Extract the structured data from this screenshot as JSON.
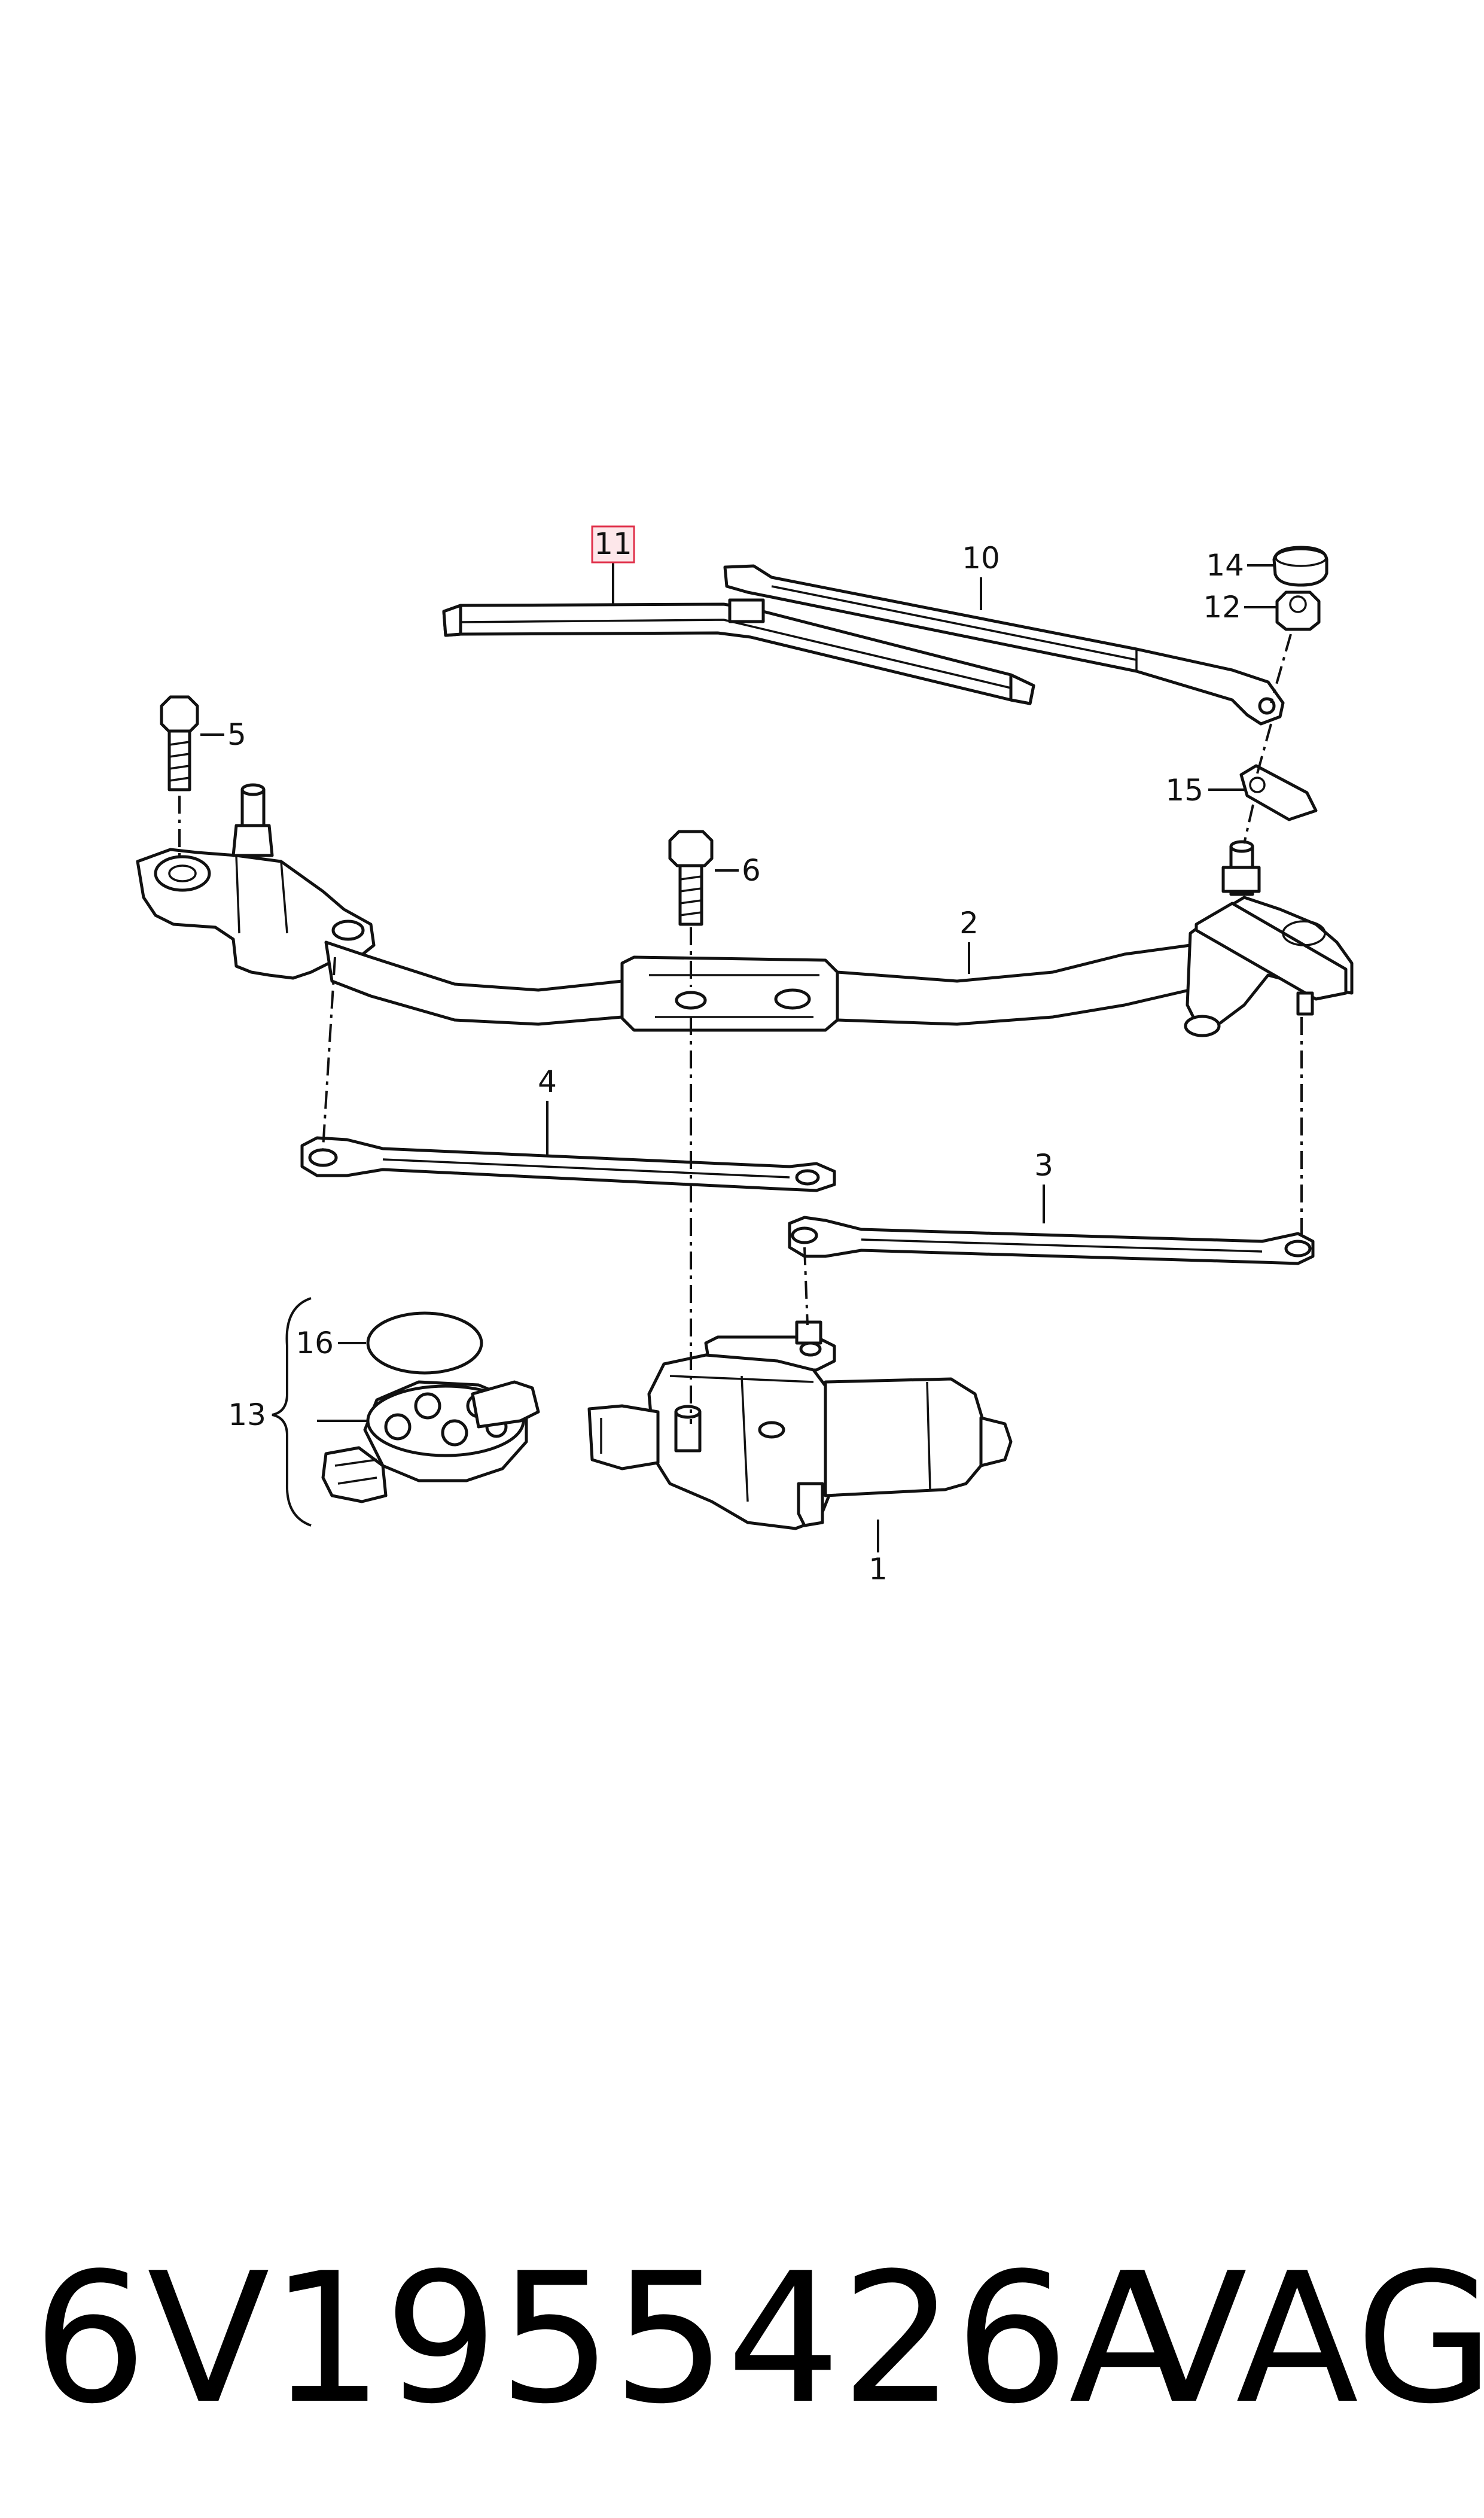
{
  "diagram": {
    "callouts": [
      {
        "id": "c1",
        "text": "1"
      },
      {
        "id": "c2",
        "text": "2"
      },
      {
        "id": "c3",
        "text": "3"
      },
      {
        "id": "c4",
        "text": "4"
      },
      {
        "id": "c5",
        "text": "5"
      },
      {
        "id": "c6",
        "text": "6"
      },
      {
        "id": "c10",
        "text": "10"
      },
      {
        "id": "c11",
        "text": "11",
        "highlighted": true
      },
      {
        "id": "c12",
        "text": "12"
      },
      {
        "id": "c13",
        "text": "13"
      },
      {
        "id": "c14",
        "text": "14"
      },
      {
        "id": "c15",
        "text": "15"
      },
      {
        "id": "c16",
        "text": "16"
      }
    ],
    "highlight_color": "#e0304a",
    "highlight_fill": "#fde7ea"
  },
  "footer": {
    "part_number": "6V1955426A",
    "brand": "VAG"
  }
}
